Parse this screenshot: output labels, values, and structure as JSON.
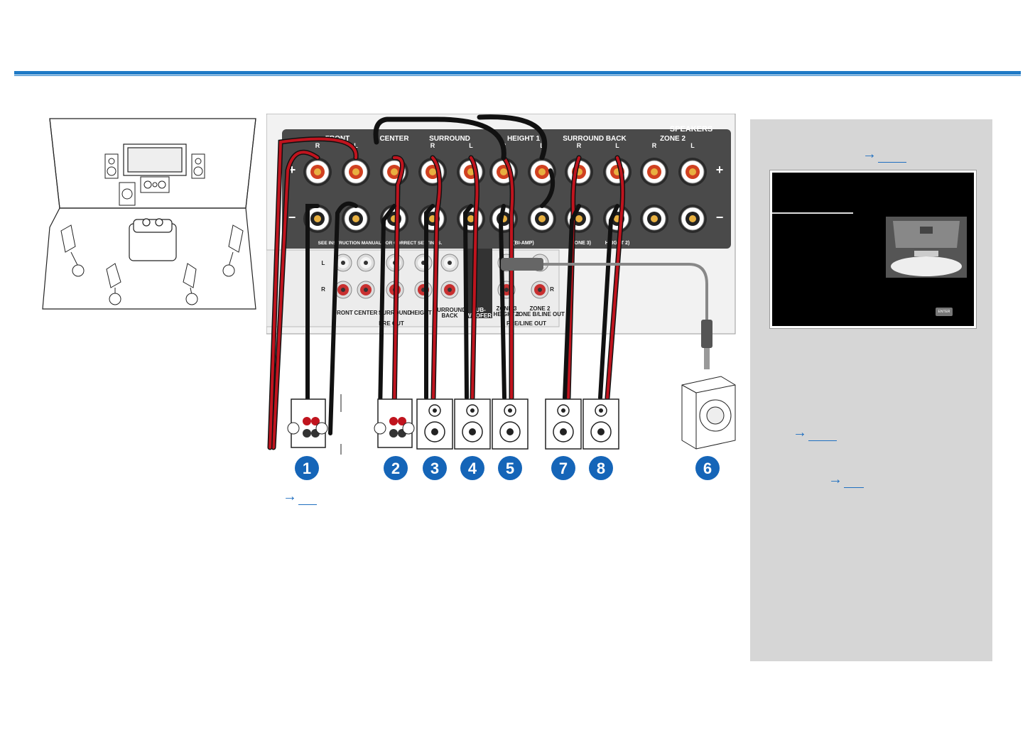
{
  "panel_labels": {
    "speakers": "SPEAKERS",
    "front": "FRONT",
    "center": "CENTER",
    "surround": "SURROUND",
    "height1": "HEIGHT 1",
    "surround_back": "SURROUND BACK",
    "zone2": "ZONE 2",
    "r": "R",
    "l": "L",
    "see_manual": "SEE INSTRUCTION MANUAL FOR CORRECT SETTINGS.",
    "biamp": "(BI-AMP)",
    "zone3": "(ZONE 3)",
    "height2": "HEIGHT 2)",
    "plus": "+",
    "minus": "−"
  },
  "preout_labels": {
    "l": "L",
    "r": "R",
    "front": "FRONT",
    "center": "CENTER",
    "surround": "SURROUND",
    "height1": "HEIGHT 1",
    "surround_back_1": "SURROUND",
    "surround_back_2": "BACK",
    "sub_1": "SUB-",
    "sub_2": "WOOFER",
    "zone3_1": "ZONE 3",
    "zone3_2": "HEIGHT 2",
    "zone2_1": "ZONE 2",
    "zone2_2": "ZONE B/LINE OUT",
    "pre_out": "PRE OUT",
    "pre_line_out": "PRE/LINE OUT"
  },
  "numbers": [
    "1",
    "2",
    "3",
    "4",
    "5",
    "7",
    "8",
    "6"
  ],
  "links": {
    "main_arrow": "→",
    "side_arrow1": "→",
    "side_arrow2": "→",
    "side_arrow3": "→"
  },
  "screen": {
    "enter": "ENTER"
  },
  "colors": {
    "accent": "#1f7ac6",
    "number_badge": "#1565b8",
    "panel": "#4a4a4a",
    "cable_red": "#c0141e",
    "cable_black": "#111111"
  }
}
